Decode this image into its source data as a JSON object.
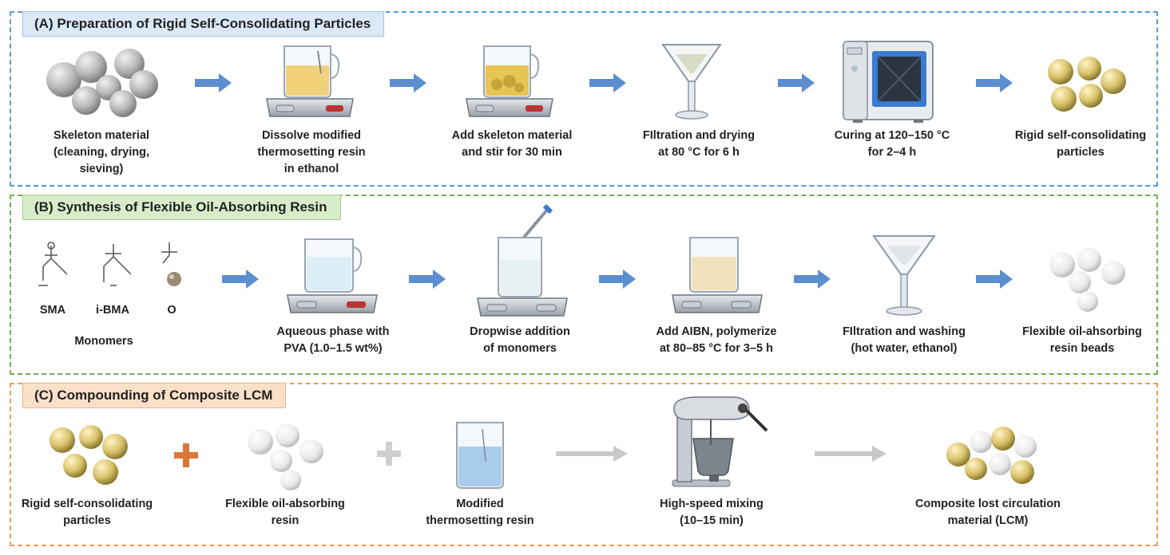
{
  "panels": {
    "a": {
      "title": "(A) Preparation of Rigid Self-Consolidating Particles",
      "steps": [
        {
          "lines": [
            "Skeleton material",
            "(cleaning, drying,",
            "sieving)"
          ]
        },
        {
          "lines": [
            "Dissolve modified",
            "thermosetting resin",
            "in ethanol"
          ]
        },
        {
          "lines": [
            "Add skeleton material",
            "and stir for 30 min"
          ]
        },
        {
          "lines": [
            "FIltration and drying",
            "at 80 °C for 6 h"
          ]
        },
        {
          "lines": [
            "Curing at 120–150 °C",
            "for 2–4 h"
          ]
        },
        {
          "lines": [
            "Rigid self-consolidating",
            "particles"
          ]
        }
      ]
    },
    "b": {
      "title": "(B) Synthesis of Flexible Oil-Absorbing Resin",
      "monomers": {
        "labels": [
          "SMA",
          "i-BMA",
          "O"
        ],
        "caption": "Monomers"
      },
      "steps": [
        {
          "lines": [
            "Aqueous phase with",
            "PVA (1.0–1.5 wt%)"
          ]
        },
        {
          "lines": [
            "Dropwise addition",
            "of monomers"
          ]
        },
        {
          "lines": [
            "Add AIBN, polymerize",
            "at 80–85 °C for 3–5 h"
          ]
        },
        {
          "lines": [
            "FIltration and washing",
            "(hot water, ethanol)"
          ]
        },
        {
          "lines": [
            "Flexible oil-ahsorbing",
            "resin beads"
          ]
        }
      ]
    },
    "c": {
      "title": "(C) Compounding of Composite LCM",
      "steps": [
        {
          "lines": [
            "Rigid self-consolidating",
            "particles"
          ]
        },
        {
          "lines": [
            "Flexible oil-absorbing",
            "resin"
          ]
        },
        {
          "lines": [
            "Modified",
            "thermosetting resin"
          ]
        },
        {
          "lines": [
            "High-speed mixing",
            "(10–15 min)"
          ]
        },
        {
          "lines": [
            "Composite lost circulation",
            "material (LCM)"
          ]
        }
      ]
    }
  },
  "colors": {
    "panel_a": "#5b9bd5",
    "panel_b": "#6fb04f",
    "panel_c": "#e3a05a",
    "arrow_blue": "#5b8fd0",
    "plus_orange": "#d9773a",
    "arrow_gray": "#c8c8c8"
  }
}
